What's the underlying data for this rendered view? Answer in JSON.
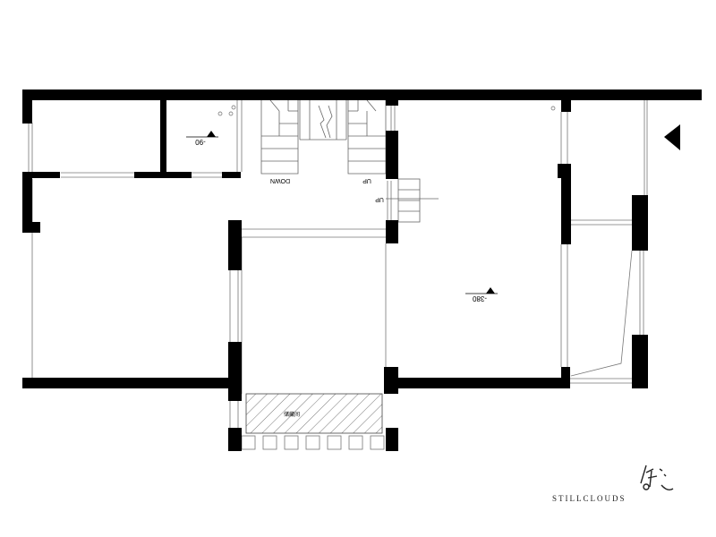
{
  "plan": {
    "stair_left_label": "DOWN",
    "stair_right_label": "UP",
    "landing_label": "UP",
    "level_small_room": "-90",
    "level_right_room": "-380",
    "hatched_area_label": "储藏间"
  },
  "brand": {
    "name": "STILLCLOUDS",
    "logo_text": "停云"
  }
}
